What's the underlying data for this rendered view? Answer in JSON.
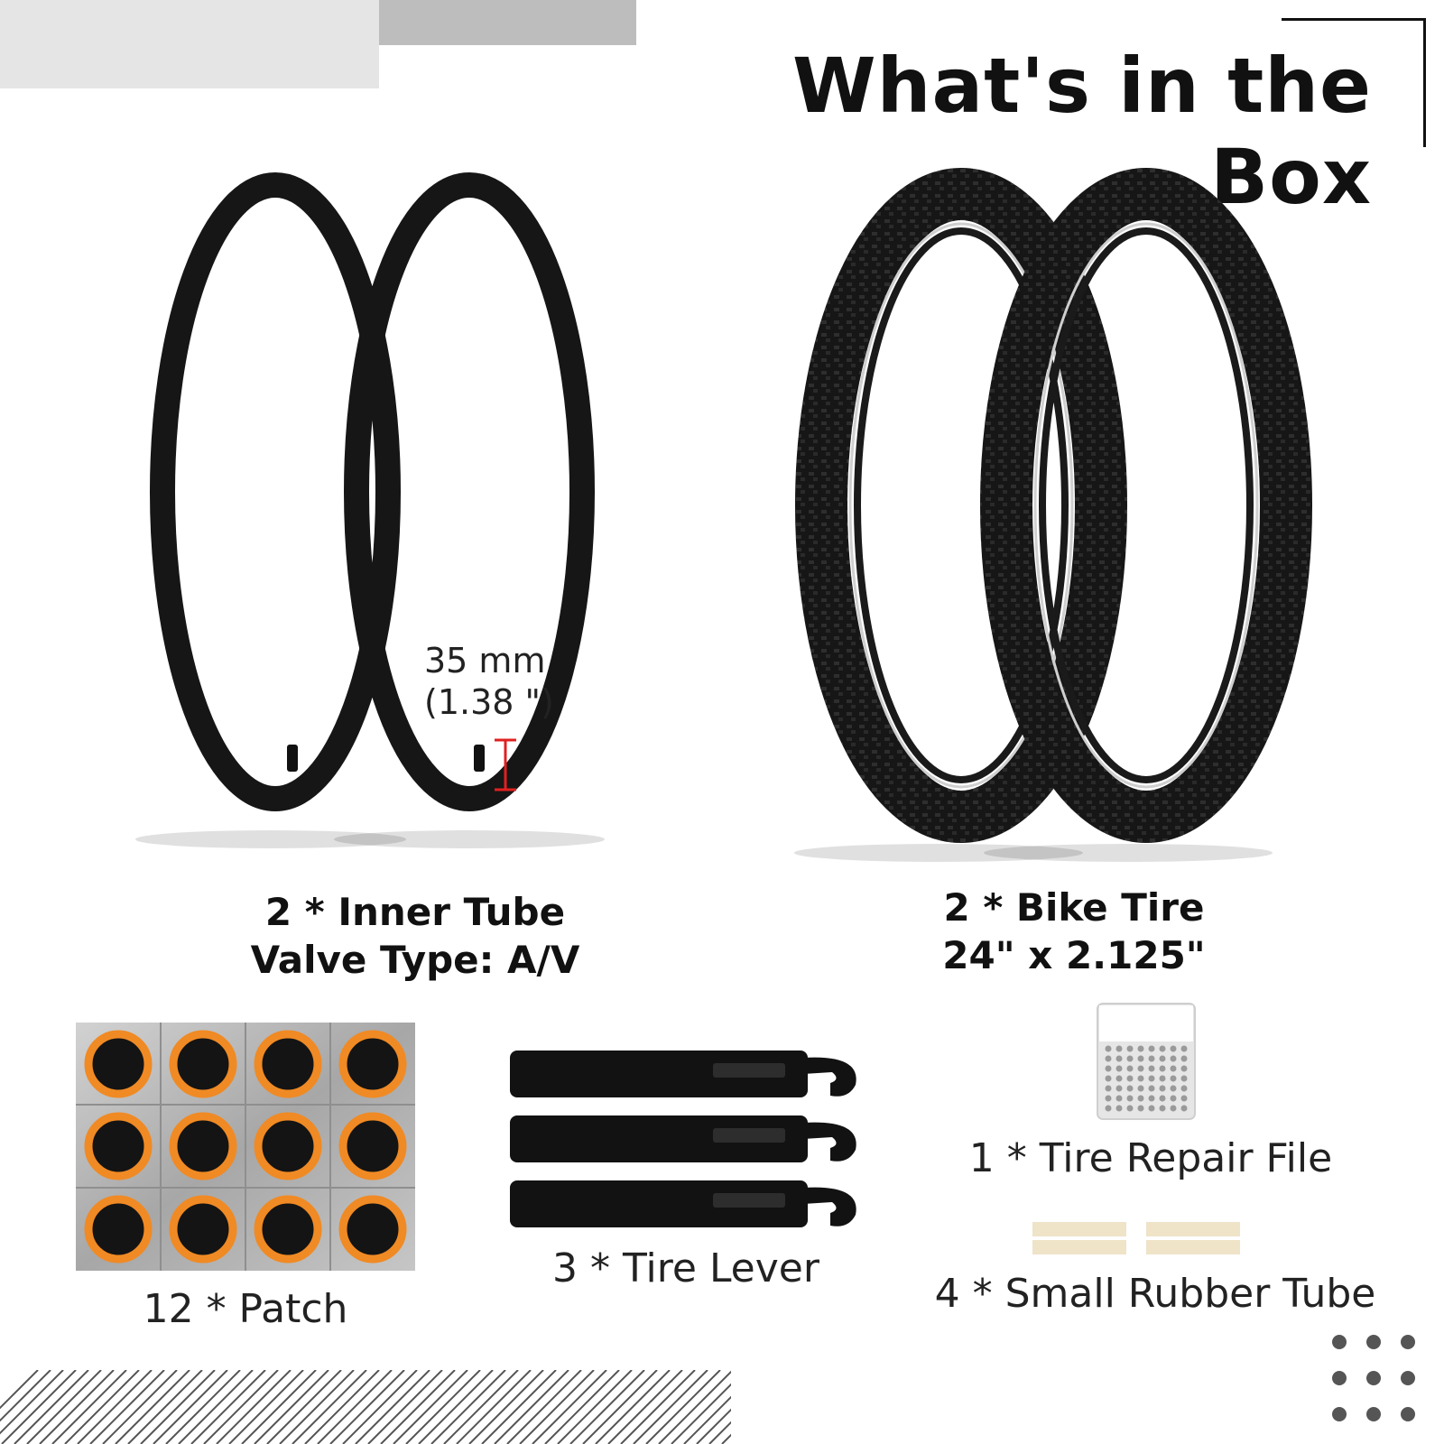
{
  "title": "What's in the Box",
  "items": {
    "inner_tube": {
      "line1": "2 * Inner Tube",
      "line2": "Valve Type: A/V"
    },
    "bike_tire": {
      "line1": "2 * Bike Tire",
      "line2": "24\" x 2.125\""
    },
    "patch": {
      "label": "12 * Patch"
    },
    "tire_lever": {
      "label": "3 * Tire Lever"
    },
    "repair_file": {
      "label": "1 * Tire Repair File"
    },
    "rubber_tube": {
      "label": "4 * Small Rubber Tube"
    }
  },
  "measurement": {
    "mm": "35 mm",
    "inch": "(1.38 \")"
  },
  "colors": {
    "patch_orange": "#f08a24",
    "foil": "#b8b8b8",
    "rubber": "#111111",
    "measure_red": "#e02020",
    "rubber_strip": "#efe3c8"
  }
}
